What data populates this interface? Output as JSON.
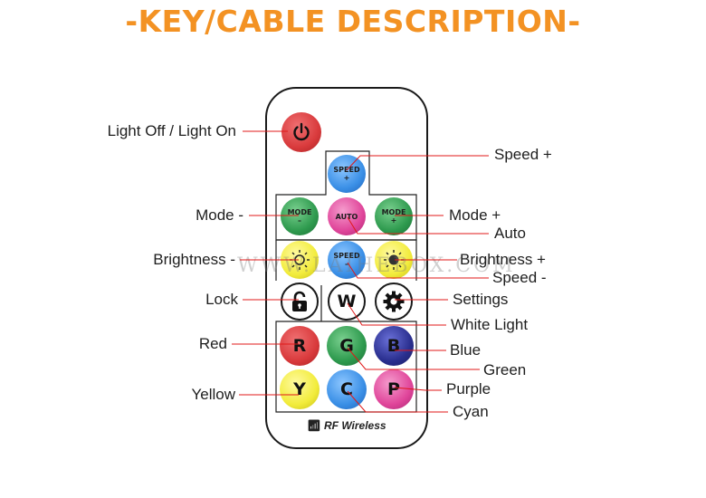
{
  "title": "-KEY/CABLE DESCRIPTION-",
  "watermark": "WWW.LAIHEBOX.COM",
  "colors": {
    "title": "#f39223",
    "leader_line": "#e01818",
    "red": "#d93a3c",
    "blue": "#3a8fe6",
    "green": "#2e9a4e",
    "pink": "#e0459a",
    "yellow": "#f2ec3c",
    "dark_blue": "#2a2f8f"
  },
  "remote": {
    "brand": "RF Wireless",
    "buttons": {
      "power": "power-icon",
      "speed_up": "SPEED\n+",
      "mode_down": "MODE\n–",
      "auto": "AUTO",
      "mode_up": "MODE\n+",
      "brightness_down": "sun-minus-icon",
      "speed_down": "SPEED\n–",
      "brightness_up": "sun-plus-icon",
      "lock": "lock-icon",
      "white": "W",
      "settings": "gear-icon",
      "red": "R",
      "green": "G",
      "blue": "B",
      "yellow": "Y",
      "cyan": "C",
      "purple": "P"
    }
  },
  "labels": {
    "light_toggle": "Light Off / Light On",
    "speed_up": "Speed +",
    "mode_down": "Mode -",
    "mode_up": "Mode +",
    "auto": "Auto",
    "brightness_down": "Brightness -",
    "brightness_up": "Brightness +",
    "speed_down": "Speed -",
    "lock": "Lock",
    "settings": "Settings",
    "white_light": "White Light",
    "red": "Red",
    "blue": "Blue",
    "green": "Green",
    "yellow": "Yellow",
    "purple": "Purple",
    "cyan": "Cyan"
  }
}
